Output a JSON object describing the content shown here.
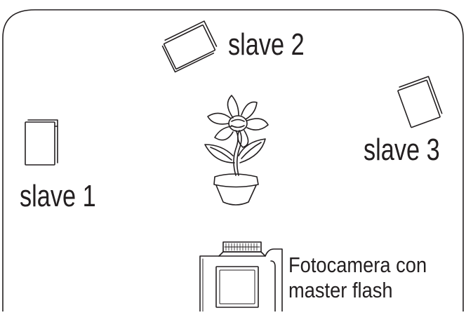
{
  "labels": {
    "slave1": "slave 1",
    "slave2": "slave 2",
    "slave3": "slave 3",
    "camera_line1": "Fotocamera con",
    "camera_line2": "master flash"
  },
  "icons": {
    "slave_flash": "flash-unit-icon",
    "subject": "potted-flower-icon",
    "camera": "camera-icon"
  },
  "colors": {
    "stroke": "#231f20",
    "background": "#ffffff"
  }
}
